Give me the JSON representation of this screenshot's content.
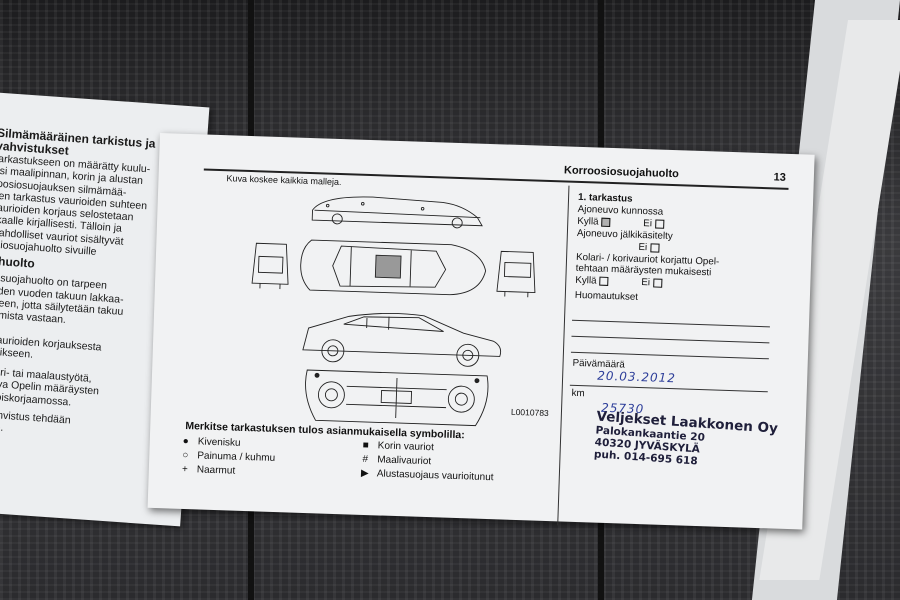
{
  "left_page": {
    "heading1_lines": [
      "Silmämääräinen tarkistus ja",
      "vahvistukset"
    ],
    "para1": [
      "tarkastukseen on määrätty kuulu-",
      "ksi maalipinnan, korin ja alustan",
      "roosiosuojauksen silmämää-",
      "een tarkastus vaurioiden suhteen",
      "vaurioiden korjaus selostetaan",
      "kkaalle kirjallisesti. Tälloin ja",
      "mahdolliset vauriot sisältyvät",
      "osiosuojahuolto sivuille"
    ],
    "heading2": "jahuolto",
    "para2": [
      "siosuojahuolto on tarpeen",
      "ahden vuoden takuun lakkaa-",
      "alkeen, jotta säilytetään takuu",
      "stumista vastaan."
    ],
    "para3": [
      "n vaurioiden korjauksesta",
      "n erikseen."
    ],
    "para4": [
      "n kori- tai maalaustyötä,",
      "ettava Opelin määräysten",
      "erikoiskorjaamossa."
    ],
    "para5": [
      "n vahvistus tehdään",
      "uville."
    ]
  },
  "page": {
    "title": "Korroosiosuojahuolto",
    "page_number": "13",
    "caption": "Kuva koskee kaikkia malleja.",
    "figure_code": "L0010783",
    "legend_title": "Merkitse tarkastuksen tulos asianmukaisella symbolilla:",
    "legend": [
      {
        "symbol": "●",
        "label": "Kivenisku"
      },
      {
        "symbol": "○",
        "label": "Painuma / kuhmu"
      },
      {
        "symbol": "+",
        "label": "Naarmut"
      },
      {
        "symbol": "■",
        "label": "Korin vauriot"
      },
      {
        "symbol": "#",
        "label": "Maalivauriot"
      },
      {
        "symbol": "▶",
        "label": "Alustasuojaus vaurioitunut"
      }
    ]
  },
  "form": {
    "section": "1. tarkastus",
    "q1": "Ajoneuvo kunnossa",
    "kylla": "Kyllä",
    "ei": "Ei",
    "q2": "Ajoneuvo jälkikäsitelty",
    "q3_lines": [
      "Kolari- / korivauriot korjattu Opel-",
      "tehtaan määräysten mukaisesti"
    ],
    "notes": "Huomautukset",
    "date_label": "Päivämäärä",
    "date_value": "20.03.2012",
    "km_label": "km",
    "km_value": "25730"
  },
  "stamp": {
    "name": "Veljekset Laakkonen Oy",
    "street": "Palokankaantie 20",
    "city": "40320 JYVÄSKYLÄ",
    "phone": "puh. 014-695 618"
  },
  "colors": {
    "ink_blue": "#2e3f9a",
    "page": "#f1f2f3",
    "seat": "#2a2a2c"
  }
}
